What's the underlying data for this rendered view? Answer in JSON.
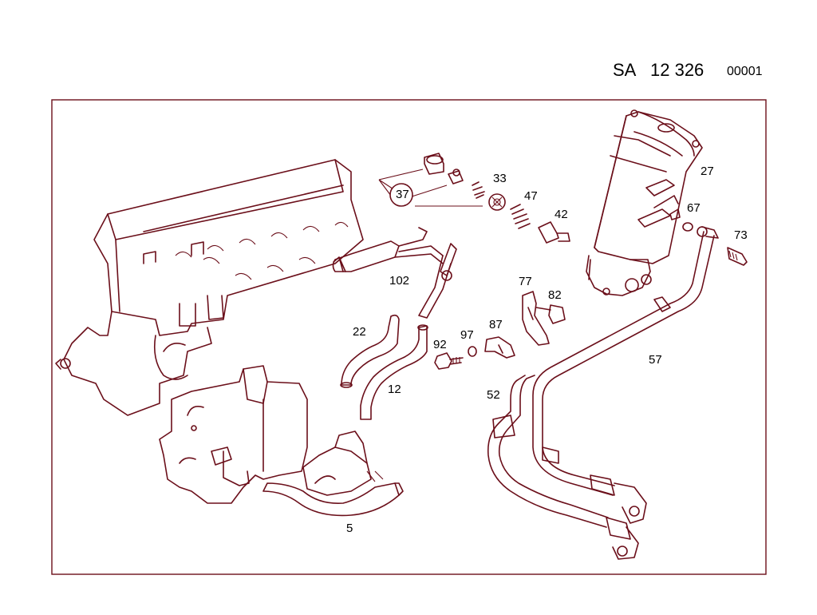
{
  "document": {
    "prefix": "SA",
    "number": "12 326",
    "sheet": "00001"
  },
  "colors": {
    "line": "#6b0f1a",
    "frame": "#6b0f1a",
    "text": "#000000"
  },
  "callouts": {
    "p37": "37",
    "p33": "33",
    "p47": "47",
    "p42": "42",
    "p27": "27",
    "p67": "67",
    "p73": "73",
    "p102": "102",
    "p77": "77",
    "p82": "82",
    "p22": "22",
    "p97": "97",
    "p87": "87",
    "p92": "92",
    "p12": "12",
    "p57": "57",
    "p52": "52",
    "p5": "5"
  }
}
